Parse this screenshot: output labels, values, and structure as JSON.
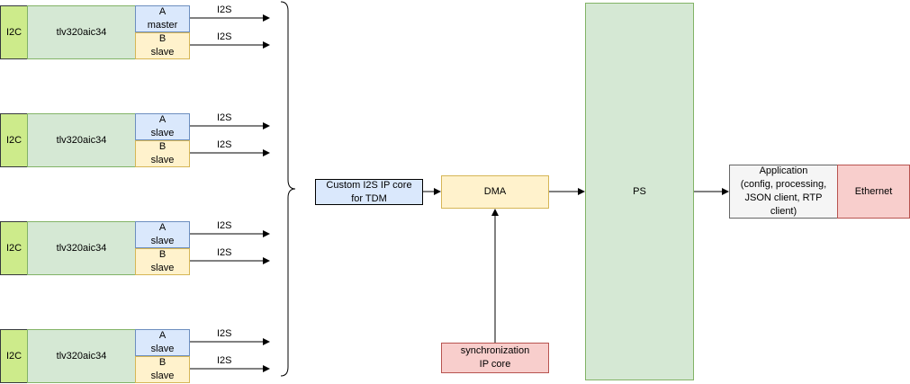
{
  "codec_groups": [
    {
      "i2c": "I2C",
      "codec": "tlv320aic34",
      "port_a": "A\nmaster",
      "port_b": "B\nslave",
      "link_a": "I2S",
      "link_b": "I2S"
    },
    {
      "i2c": "I2C",
      "codec": "tlv320aic34",
      "port_a": "A\nslave",
      "port_b": "B\nslave",
      "link_a": "I2S",
      "link_b": "I2S"
    },
    {
      "i2c": "I2C",
      "codec": "tlv320aic34",
      "port_a": "A\nslave",
      "port_b": "B\nslave",
      "link_a": "I2S",
      "link_b": "I2S"
    },
    {
      "i2c": "I2C",
      "codec": "tlv320aic34",
      "port_a": "A\nslave",
      "port_b": "B\nslave",
      "link_a": "I2S",
      "link_b": "I2S"
    }
  ],
  "i2s_ip_core": "Custom I2S IP core\nfor TDM",
  "dma": "DMA",
  "sync_ip_core": "synchronization\nIP core",
  "ps": "PS",
  "application": "Application\n(config, processing,\nJSON client, RTP\nclient)",
  "ethernet": "Ethernet",
  "colors": {
    "i2c": "#cdeb8b",
    "codec": "#d5e8d4",
    "port_a": "#dae8fc",
    "port_b": "#fff2cc",
    "dma": "#fff2cc",
    "sync": "#f8cecc",
    "ps": "#d5e8d4",
    "application": "#f5f5f5",
    "ethernet": "#f8cecc"
  }
}
